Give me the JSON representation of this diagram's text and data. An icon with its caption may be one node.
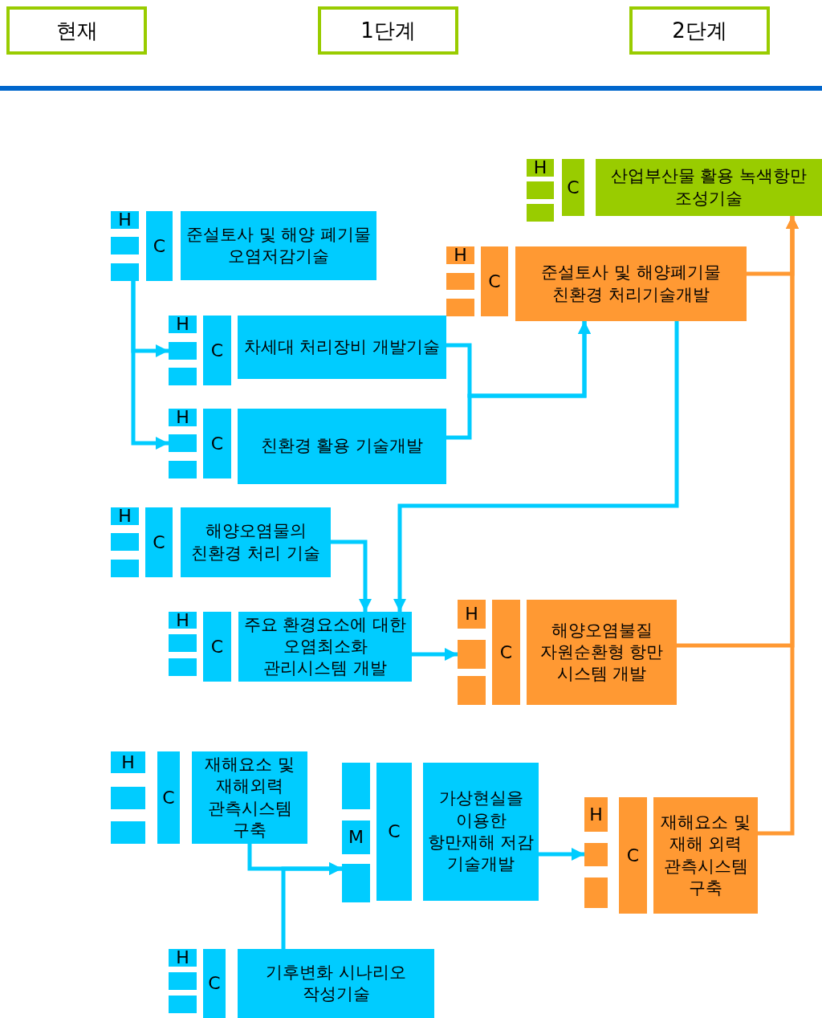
{
  "diagram": {
    "nodes": [
      {
        "text": [
          "현재"
        ]
      },
      {
        "text": [
          "1단계"
        ]
      },
      {
        "text": [
          "2단계"
        ]
      },
      {
        "text": [
          "H"
        ]
      },
      {
        "text": [],
        "shape": "box"
      },
      {
        "text": [],
        "shape": "box"
      },
      {
        "text": [
          "C"
        ]
      },
      {
        "text": [
          "산업부산물 활용 녹색항만 조성기술"
        ]
      },
      {
        "text": [
          "H"
        ]
      },
      {
        "text": [],
        "shape": "box"
      },
      {
        "text": [],
        "shape": "box"
      },
      {
        "text": [
          "C"
        ]
      },
      {
        "text": [
          "준설토사 및 해양 폐기물 오염저감기술"
        ]
      },
      {
        "text": [
          "H"
        ]
      },
      {
        "text": [],
        "shape": "box"
      },
      {
        "text": [],
        "shape": "box"
      },
      {
        "text": [
          "C"
        ]
      },
      {
        "text": [
          "준설토사 및 해양폐기물 친환경 처리기술개발"
        ]
      },
      {
        "text": [
          "H"
        ]
      },
      {
        "text": [],
        "shape": "box"
      },
      {
        "text": [],
        "shape": "box"
      },
      {
        "text": [
          "C"
        ]
      },
      {
        "text": [
          "차세대 처리장비 개발기술"
        ]
      },
      {
        "text": [
          "H"
        ]
      },
      {
        "text": [],
        "shape": "box"
      },
      {
        "text": [],
        "shape": "box"
      },
      {
        "text": [
          "C"
        ]
      },
      {
        "text": [
          "친환경 활용 기술개발"
        ]
      },
      {
        "text": [
          "H"
        ]
      },
      {
        "text": [],
        "shape": "box"
      },
      {
        "text": [],
        "shape": "box"
      },
      {
        "text": [
          "C"
        ]
      },
      {
        "text": [
          "해양오염물의 친환경 처리 기술"
        ]
      },
      {
        "text": [
          "H"
        ]
      },
      {
        "text": [],
        "shape": "box"
      },
      {
        "text": [],
        "shape": "box"
      },
      {
        "text": [
          "C"
        ]
      },
      {
        "text": [
          "주요 환경요소에 대한 오염최소화 관리시스템 개발"
        ]
      },
      {
        "text": [
          "H"
        ]
      },
      {
        "text": [],
        "shape": "box"
      },
      {
        "text": [],
        "shape": "box"
      },
      {
        "text": [
          "C"
        ]
      },
      {
        "text": [
          "해양오염불질 자원순환형 항만 시스템 개발"
        ]
      },
      {
        "text": [
          "H"
        ]
      },
      {
        "text": [],
        "shape": "box"
      },
      {
        "text": [],
        "shape": "box"
      },
      {
        "text": [
          "C"
        ]
      },
      {
        "text": [
          "재해요소 및 재해외력 관측시스템 구축"
        ]
      },
      {
        "text": [],
        "shape": "box"
      },
      {
        "text": [
          "M"
        ]
      },
      {
        "text": [],
        "shape": "box"
      },
      {
        "text": [
          "C"
        ]
      },
      {
        "text": [
          "가상현실을 이용한 항만재해 저감 기술개발"
        ]
      },
      {
        "text": [
          "H"
        ]
      },
      {
        "text": [],
        "shape": "box"
      },
      {
        "text": [],
        "shape": "box"
      },
      {
        "text": [
          "C"
        ]
      },
      {
        "text": [
          "재해요소 및 재해 외력 관측시스템 구축"
        ]
      },
      {
        "text": [
          "H"
        ]
      },
      {
        "text": [],
        "shape": "box"
      },
      {
        "text": [],
        "shape": "box"
      },
      {
        "text": [
          "C"
        ]
      },
      {
        "text": [
          "기후변화 시나리오 작성기술"
        ]
      }
    ],
    "edges": [
      {
        "from": 10,
        "to": 19,
        "arrow": "to"
      },
      {
        "from": 10,
        "to": 24,
        "arrow": "to"
      },
      {
        "from": 22,
        "to": 17,
        "arrow": "to"
      },
      {
        "from": 27,
        "to": 17,
        "arrow": "to"
      },
      {
        "from": 17,
        "to": 37,
        "arrow": "to"
      },
      {
        "from": 32,
        "to": 37,
        "arrow": "to"
      },
      {
        "from": 37,
        "to": 39,
        "arrow": "to"
      },
      {
        "from": 17,
        "to": 7,
        "arrow": "to",
        "color": "#ff9933"
      },
      {
        "from": 42,
        "to": 7,
        "arrow": "to",
        "color": "#ff9933"
      },
      {
        "from": 57,
        "to": 7,
        "arrow": "to",
        "color": "#ff9933"
      },
      {
        "from": 47,
        "to": 50,
        "arrow": "to"
      },
      {
        "from": 62,
        "to": 50,
        "arrow": "to"
      },
      {
        "from": 52,
        "to": 54,
        "arrow": "to"
      }
    ]
  }
}
